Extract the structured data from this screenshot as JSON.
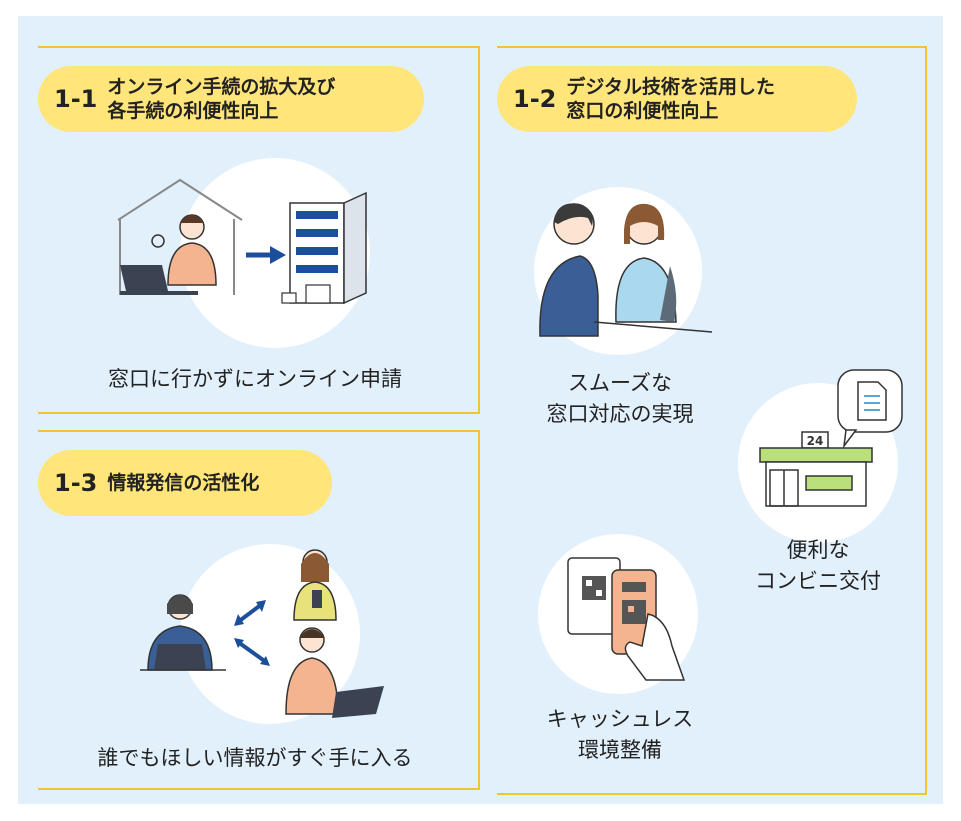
{
  "sections": [
    {
      "id": "1-1",
      "num": "1-1",
      "title_line1": "オンライン手続の拡大及び",
      "title_line2": "各手続の利便性向上",
      "caption": "窓口に行かずにオンライン申請"
    },
    {
      "id": "1-2",
      "num": "1-2",
      "title_line1": "デジタル技術を活用した",
      "title_line2": "窓口の利便性向上",
      "items": [
        {
          "line1": "スムーズな",
          "line2": "窓口対応の実現"
        },
        {
          "line1": "便利な",
          "line2": "コンビニ交付"
        },
        {
          "line1": "キャッシュレス",
          "line2": "環境整備"
        }
      ]
    },
    {
      "id": "1-3",
      "num": "1-3",
      "title": "情報発信の活性化",
      "caption": "誰でもほしい情報がすぐ手に入る"
    }
  ],
  "store_sign": "24",
  "colors": {
    "panel": "#e2f0fc",
    "frame": "#f2c530",
    "pill": "#ffe57a",
    "arrow": "#1b4f9c",
    "ink": "#333333"
  }
}
